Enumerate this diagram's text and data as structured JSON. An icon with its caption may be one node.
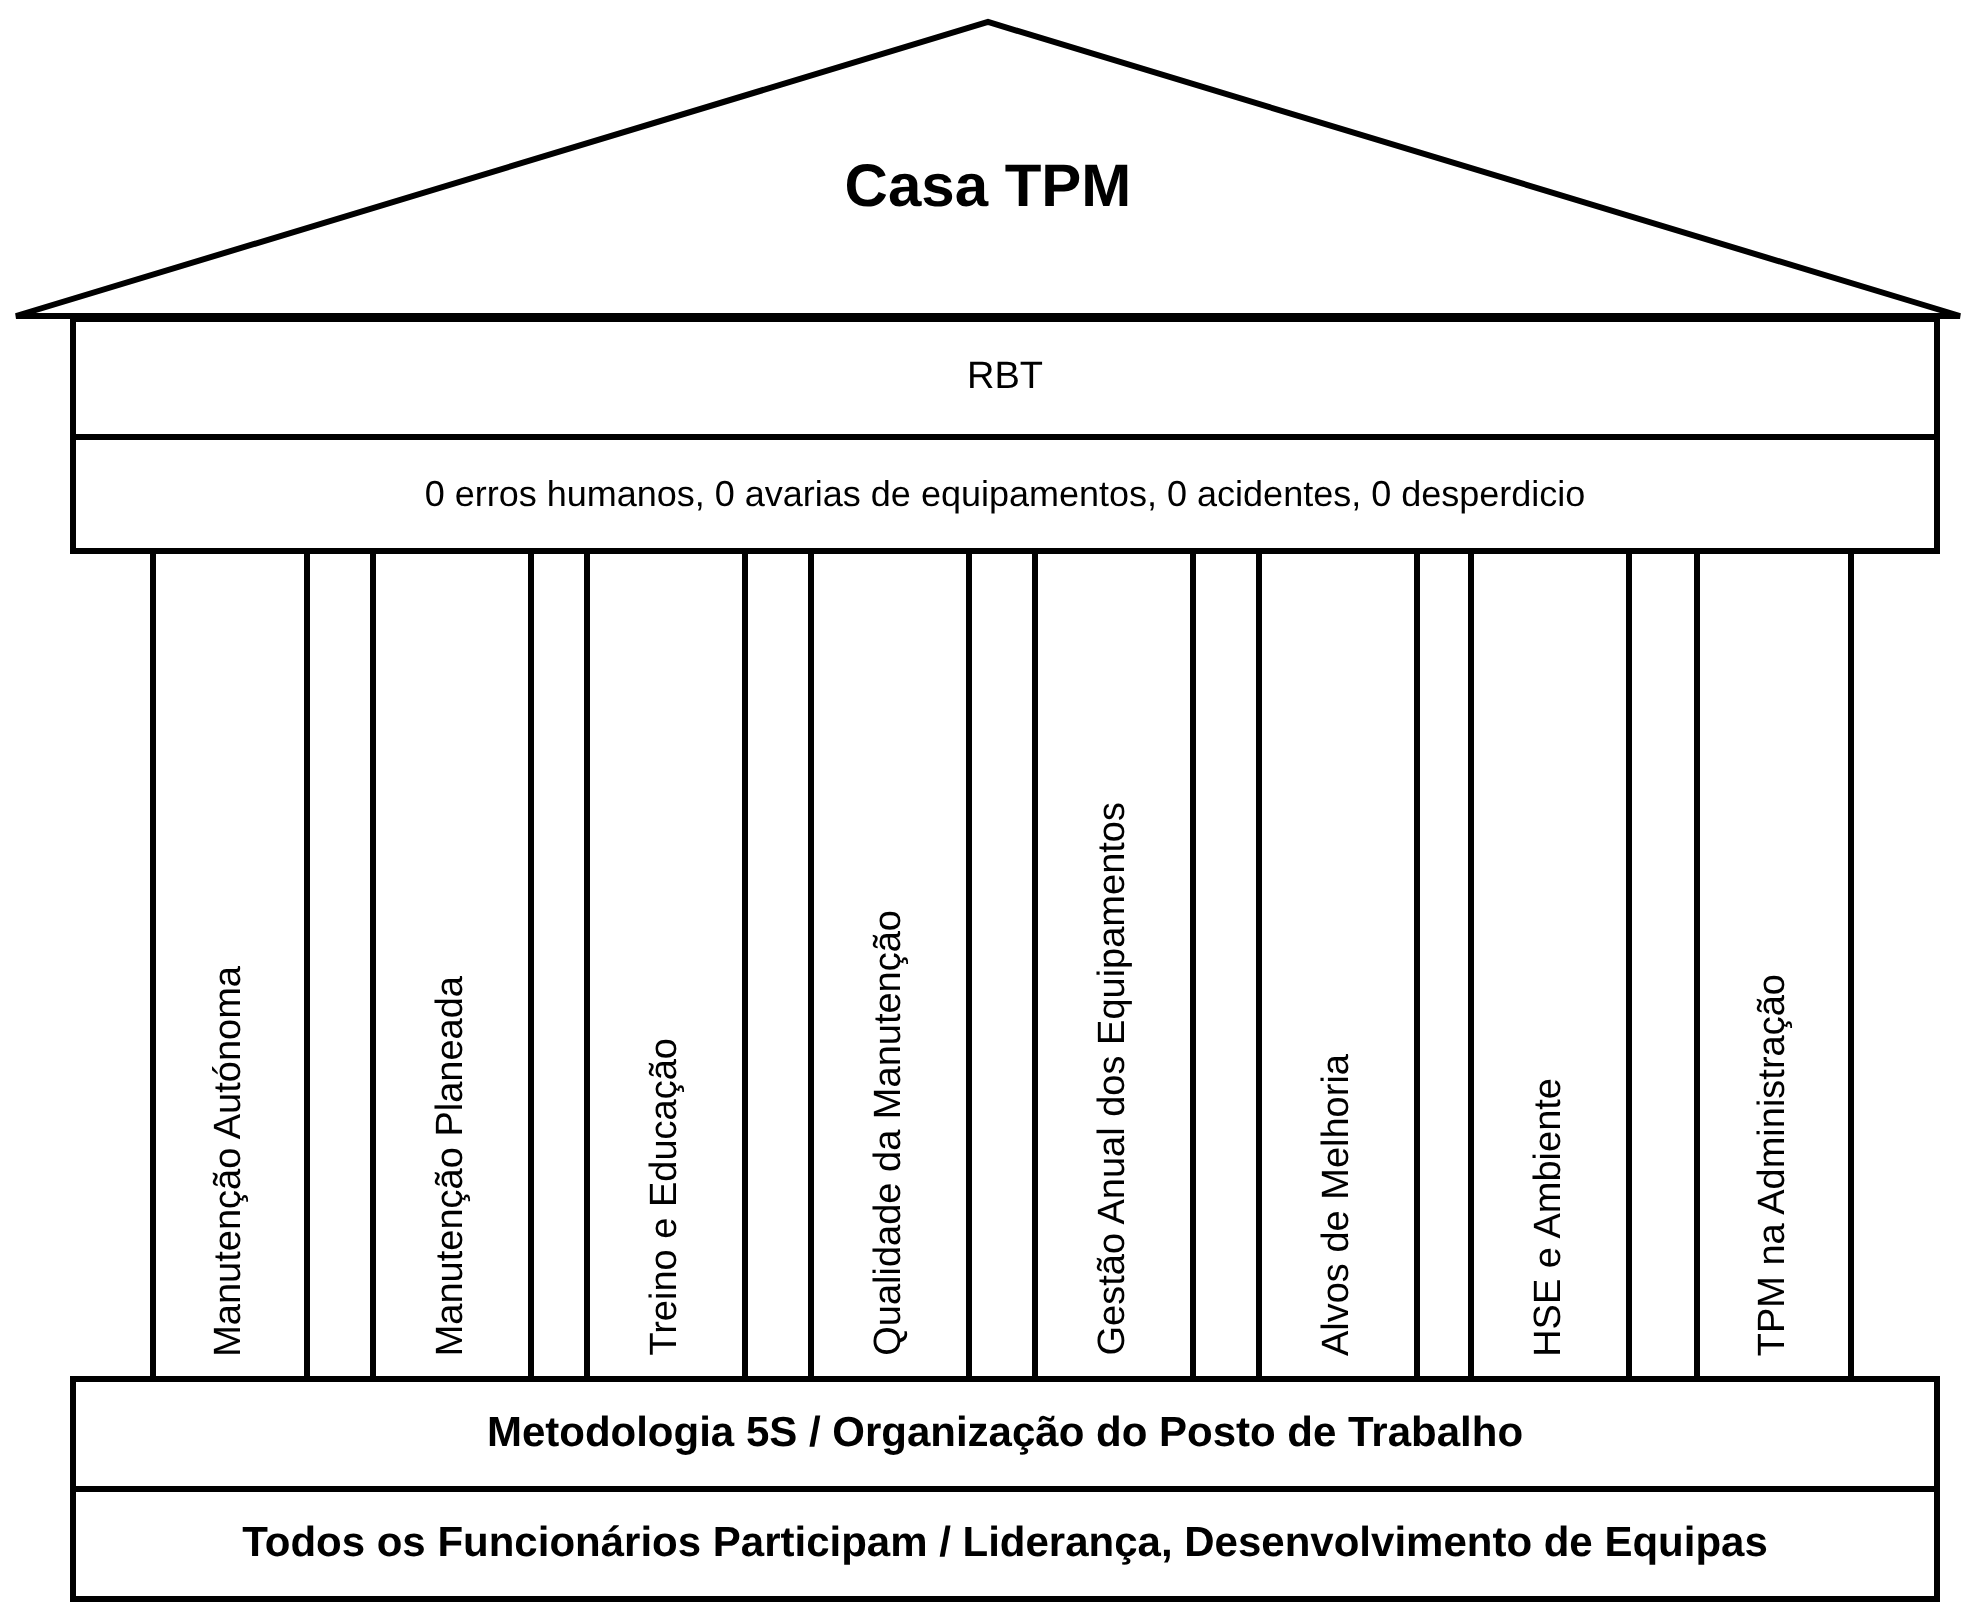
{
  "diagram": {
    "nodes": [
      {
        "text": [
          "Casa TPM"
        ]
      },
      {
        "text": [
          "RBT"
        ]
      },
      {
        "text": [
          "0 erros humanos, 0 avarias de equipamentos, 0 acidentes, 0 desperdicio"
        ]
      },
      {
        "text": [
          "Manutenção Autónoma"
        ]
      },
      {
        "text": [
          "Manutenção Planeada"
        ]
      },
      {
        "text": [
          "Treino e Educação"
        ]
      },
      {
        "text": [
          "Qualidade da Manutenção"
        ]
      },
      {
        "text": [
          "Gestão Anual dos Equipamentos"
        ]
      },
      {
        "text": [
          "Alvos de Melhoria"
        ]
      },
      {
        "text": [
          "HSE e Ambiente"
        ]
      },
      {
        "text": [
          "TPM na Administração"
        ]
      },
      {
        "text": [
          "Metodologia 5S / Organização do Posto de Trabalho"
        ]
      },
      {
        "text": [
          "Todos os Funcionários Participam / Liderança, Desenvolvimento de Equipas"
        ]
      }
    ]
  }
}
